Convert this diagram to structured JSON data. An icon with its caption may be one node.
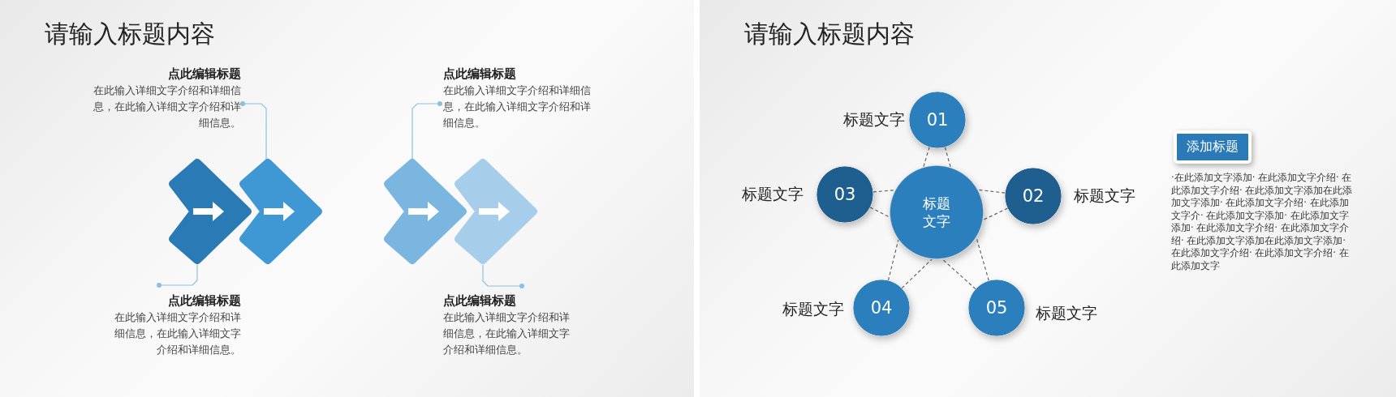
{
  "diagram": {
    "title": "请输入标题内容",
    "nodes": [
      {
        "text": [
          "点此编辑标题",
          "在此输入详细文字介绍和详细信息，在此输入详细文字介绍和详细信息。"
        ]
      },
      {
        "text": [],
        "shape": "chevron"
      },
      {
        "text": [],
        "shape": "chevron"
      },
      {
        "text": [],
        "shape": "chevron"
      },
      {
        "text": [],
        "shape": "chevron"
      },
      {
        "text": [
          "点此编辑标题",
          "在此输入详细文字介绍和详细信息，在此输入详细文字介绍和详细信息。"
        ]
      },
      {
        "text": [
          "点此编辑标题",
          "在此输入详细文字介绍和详细信息，在此输入详细文字介绍和详细信息。"
        ]
      },
      {
        "text": [
          "点此编辑标题",
          "在此输入详细文字介绍和详细信息，在此输入详细文字介绍和详细信息。"
        ]
      },
      {
        "text": [
          "标题文字"
        ]
      },
      {
        "text": [
          "01"
        ],
        "beside": [
          "标题文字"
        ]
      },
      {
        "text": [
          "02"
        ],
        "beside": [
          "标题文字"
        ]
      },
      {
        "text": [
          "03"
        ],
        "beside": [
          "标题文字"
        ]
      },
      {
        "text": [
          "04"
        ],
        "beside": [
          "标题文字"
        ]
      },
      {
        "text": [
          "05"
        ],
        "beside": [
          "标题文字"
        ]
      },
      {
        "text": [
          "添加标题"
        ]
      }
    ],
    "edges": [
      {
        "from": 0,
        "to": 2,
        "arrow": "other",
        "color": "#8cc0e0"
      },
      {
        "from": 5,
        "to": 3,
        "arrow": "other",
        "color": "#8cc0e0"
      },
      {
        "from": 6,
        "to": 1,
        "arrow": "other",
        "color": "#8cc0e0"
      },
      {
        "from": 7,
        "to": 4,
        "arrow": "other",
        "color": "#8cc0e0"
      },
      {
        "from": 9,
        "to": 8,
        "arrow": "none",
        "style": "dashed"
      },
      {
        "from": 9,
        "to": 8,
        "arrow": "none",
        "style": "dashed"
      },
      {
        "from": 11,
        "to": 8,
        "arrow": "none",
        "style": "dashed"
      },
      {
        "from": 11,
        "to": 8,
        "arrow": "none",
        "style": "dashed"
      },
      {
        "from": 10,
        "to": 8,
        "arrow": "none",
        "style": "dashed"
      },
      {
        "from": 10,
        "to": 8,
        "arrow": "none",
        "style": "dashed"
      },
      {
        "from": 12,
        "to": 8,
        "arrow": "none",
        "style": "dashed"
      },
      {
        "from": 12,
        "to": 8,
        "arrow": "none",
        "style": "dashed"
      },
      {
        "from": 13,
        "to": 8,
        "arrow": "none",
        "style": "dashed"
      },
      {
        "from": 13,
        "to": 8,
        "arrow": "none",
        "style": "dashed"
      }
    ],
    "labels": [
      "请输入标题内容",
      "·在此添加文字添加· 在此添加文字介绍· 在此添加文字介绍· 在此添加文字添加在此添加文字添加· 在此添加文字介绍· 在此添加文字介· 在此添加文字添加· 在此添加文字添加· 在此添加文字介绍· 在此添加文字介绍· 在此添加文字添加在此添加文字添加· 在此添加文字介绍· 在此添加文字介绍· 在此添加文字"
    ]
  }
}
